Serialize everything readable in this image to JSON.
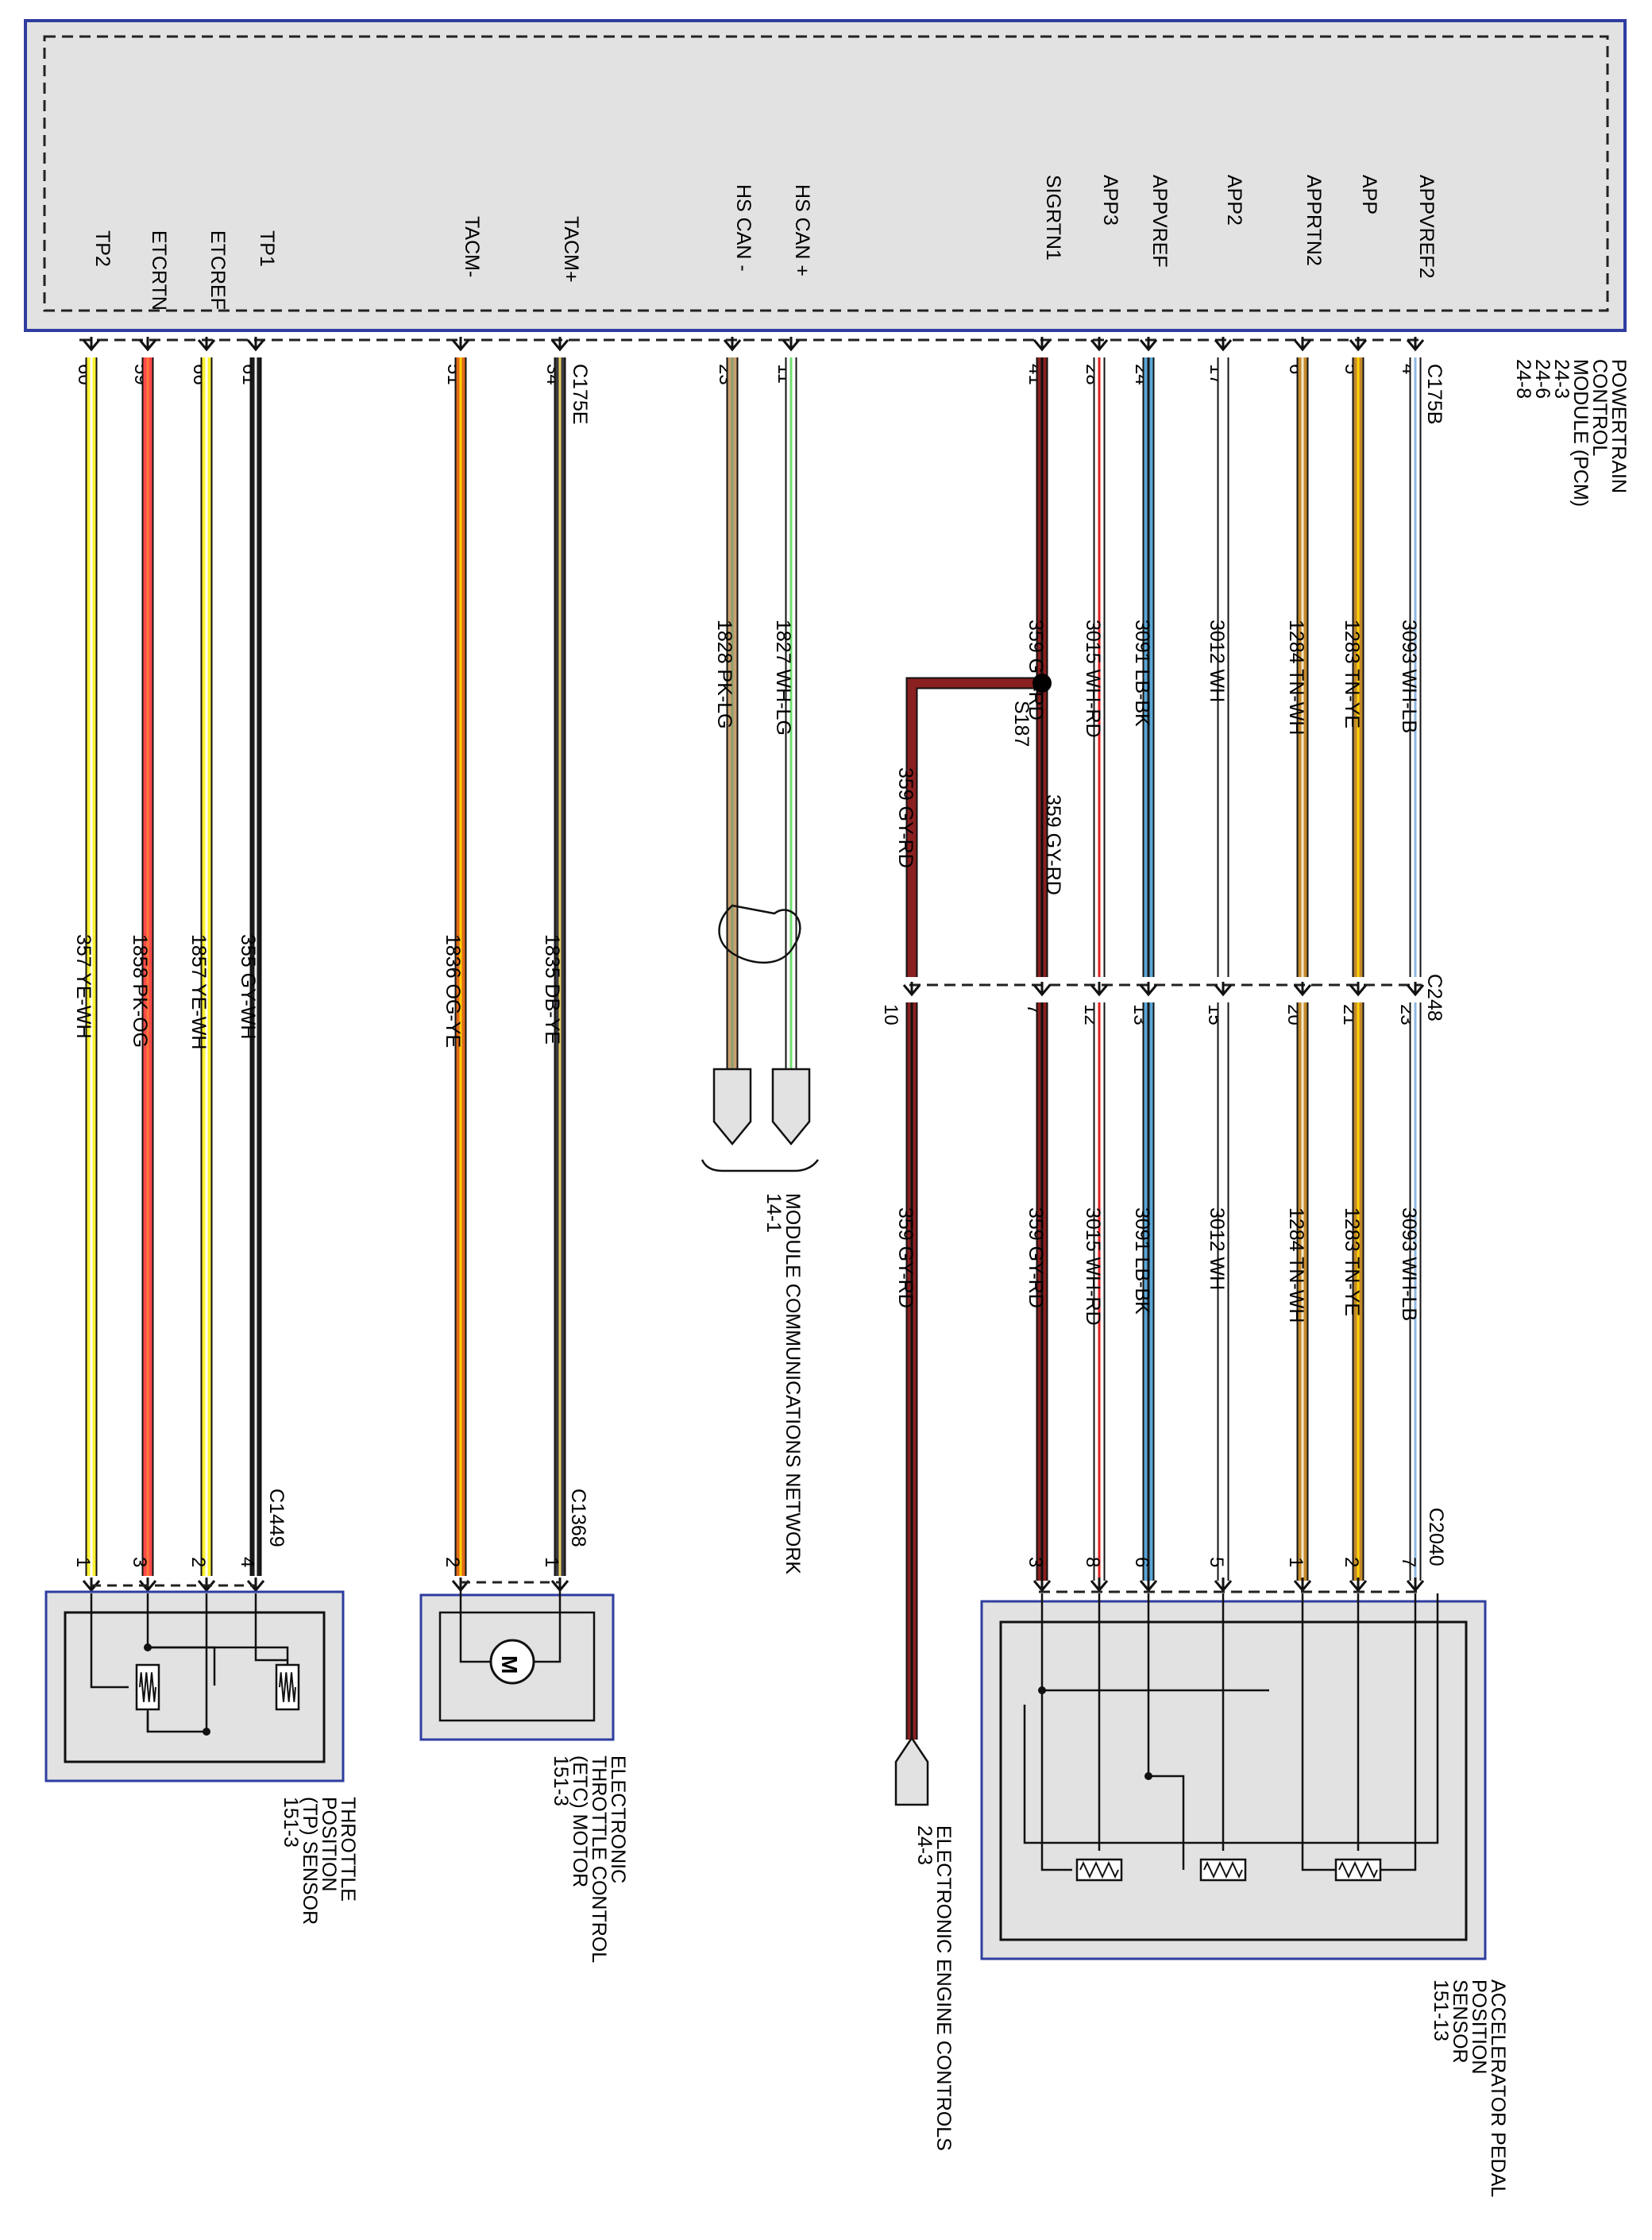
{
  "pcm": {
    "title_lines": [
      "POWERTRAIN",
      "CONTROL",
      "MODULE (PCM)",
      "24-3",
      "24-6",
      "24-8"
    ],
    "connector_b": "C175B",
    "connector_e": "C175E"
  },
  "colors": {
    "box_fill": "#e2e2e2",
    "box_border": "#2f3da0"
  },
  "wires": [
    {
      "key": "appvref2",
      "name": "APPVREF2",
      "pin_pcm": "4",
      "circuit": "3093",
      "color_code": "WH-LB",
      "inline_pin": "23",
      "sensor_pin": "7",
      "main": "#ffffff",
      "stripe": "#8fb8e0"
    },
    {
      "key": "app",
      "name": "APP",
      "pin_pcm": "5",
      "circuit": "1283",
      "color_code": "TN-YE",
      "inline_pin": "21",
      "sensor_pin": "2",
      "main": "#c48a2c",
      "stripe": "#ffd200"
    },
    {
      "key": "apprtn2",
      "name": "APPRTN2",
      "pin_pcm": "6",
      "circuit": "1284",
      "color_code": "TN-WH",
      "inline_pin": "20",
      "sensor_pin": "1",
      "main": "#c48a2c",
      "stripe": "#f4e8cc"
    },
    {
      "key": "app2",
      "name": "APP2",
      "pin_pcm": "17",
      "circuit": "3012",
      "color_code": "WH",
      "inline_pin": "15",
      "sensor_pin": "5",
      "main": "#ffffff",
      "stripe": "#ffffff"
    },
    {
      "key": "appvref",
      "name": "APPVREF",
      "pin_pcm": "24",
      "circuit": "3091",
      "color_code": "LB-BK",
      "inline_pin": "13",
      "sensor_pin": "6",
      "main": "#5aa7d8",
      "stripe": "#1a1a1a"
    },
    {
      "key": "app3",
      "name": "APP3",
      "pin_pcm": "28",
      "circuit": "3015",
      "color_code": "WH-RD",
      "inline_pin": "12",
      "sensor_pin": "8",
      "main": "#ffffff",
      "stripe": "#e02020"
    },
    {
      "key": "sigrtn1",
      "name": "SIGRTN1",
      "pin_pcm": "41",
      "circuit": "359",
      "color_code": "GY-RD",
      "inline_pin": "7",
      "sensor_pin": "3",
      "main": "#8a2020",
      "stripe": "#101010"
    }
  ],
  "branch": {
    "circuit": "359",
    "color_code": "GY-RD",
    "inline_pin": "10",
    "splice": "S187"
  },
  "can": [
    {
      "name": "HS CAN +",
      "pin": "11",
      "circuit": "1827",
      "color_code": "WH-LG",
      "main": "#ffffff",
      "stripe": "#70e070"
    },
    {
      "name": "HS CAN -",
      "pin": "23",
      "circuit": "1828",
      "color_code": "PK-LG",
      "main": "#c9a070",
      "stripe": "#8aa070"
    }
  ],
  "tac": [
    {
      "name": "TACM+",
      "pin": "34",
      "circuit": "1835",
      "color_code": "DB-YE",
      "motor_pin": "1",
      "main": "#3a3a40",
      "stripe": "#e8d060"
    },
    {
      "name": "TACM-",
      "pin": "51",
      "circuit": "1836",
      "color_code": "OG-YE",
      "motor_pin": "2",
      "main": "#e06a1a",
      "stripe": "#ffd200"
    }
  ],
  "tp": [
    {
      "name": "TP1",
      "pin": "61",
      "circuit": "355",
      "color_code": "GY-WH",
      "sensor_pin": "4",
      "main": "#1a1a1a",
      "stripe": "#eeeeee"
    },
    {
      "name": "ETCREF",
      "pin": "66",
      "circuit": "1857",
      "color_code": "YE-WH",
      "sensor_pin": "2",
      "main": "#fff230",
      "stripe": "#ffffff"
    },
    {
      "name": "ETCRTN",
      "pin": "59",
      "circuit": "1858",
      "color_code": "PK-OG",
      "sensor_pin": "3",
      "main": "#ff4a4a",
      "stripe": "#ff7a3a"
    },
    {
      "name": "TP2",
      "pin": "60",
      "circuit": "357",
      "color_code": "YE-WH",
      "sensor_pin": "1",
      "main": "#fff230",
      "stripe": "#ffffff"
    }
  ],
  "connectors": {
    "inline": "C248",
    "app_sensor": "C2040",
    "tac": "C1368",
    "tp": "C1449"
  },
  "labels": {
    "app_sensor": [
      "ACCELERATOR PEDAL",
      "POSITION",
      "SENSOR",
      "151-13"
    ],
    "engine": [
      "ELECTRONIC ENGINE CONTROLS",
      "24-3"
    ],
    "network": [
      "MODULE COMMUNICATIONS NETWORK",
      "14-1"
    ],
    "etc": [
      "ELECTRONIC",
      "THROTTLE CONTROL",
      "(ETC) MOTOR",
      "151-3"
    ],
    "tp": [
      "THROTTLE",
      "POSITION",
      "(TP) SENSOR",
      "151-3"
    ]
  }
}
